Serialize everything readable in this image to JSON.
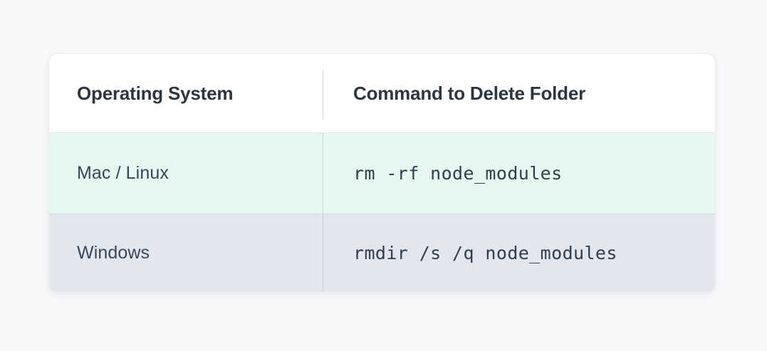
{
  "table": {
    "columns": [
      {
        "key": "os",
        "label": "Operating System"
      },
      {
        "key": "command",
        "label": "Command to Delete Folder"
      }
    ],
    "rows": [
      {
        "os": "Mac / Linux",
        "command": "rm -rf node_modules",
        "row_color": "#e6f7ef"
      },
      {
        "os": "Windows",
        "command": "rmdir /s /q node_modules",
        "row_color": "#e3e6ed"
      }
    ]
  },
  "colors": {
    "page_background": "#f7f8fa",
    "card_background": "#ffffff",
    "header_text": "#2c3542",
    "body_text": "#37475a",
    "command_text": "#2f3e4e",
    "row_mint": "#e6f7ef",
    "row_gray": "#e3e6ed",
    "divider": "#d6dadf"
  }
}
